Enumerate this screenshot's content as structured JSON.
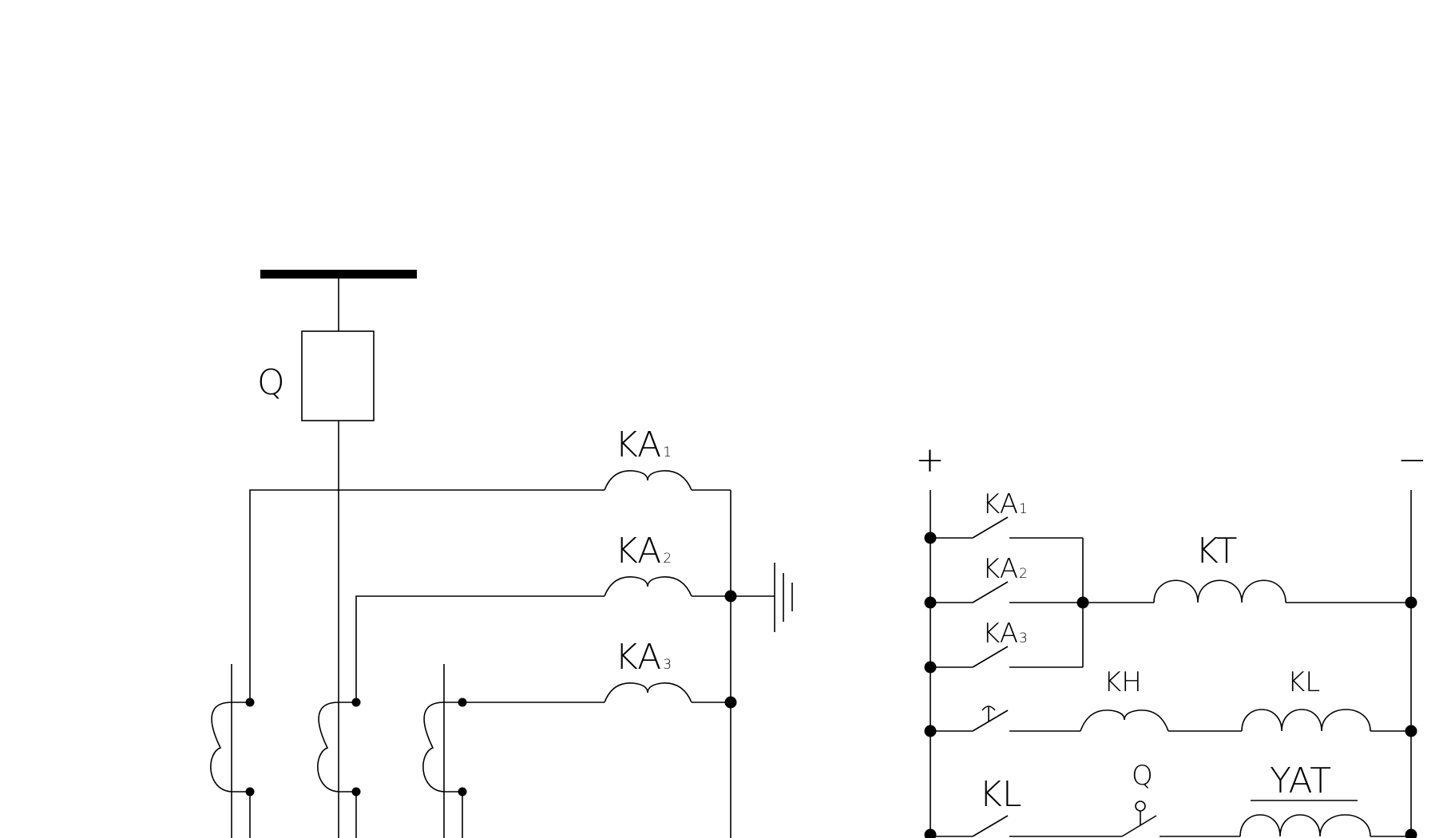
{
  "primary_circuit": {
    "breaker_label": "Q",
    "relay_coils": [
      {
        "name": "KA",
        "index": "1"
      },
      {
        "name": "KA",
        "index": "2"
      },
      {
        "name": "KA",
        "index": "3"
      }
    ]
  },
  "control_circuit": {
    "plus_label": "+",
    "minus_label": "−",
    "contacts": [
      {
        "name": "KA",
        "index": "1"
      },
      {
        "name": "KA",
        "index": "2"
      },
      {
        "name": "KA",
        "index": "3"
      }
    ],
    "timer_coil": "KT",
    "signal_relay": "KH",
    "lockout_relay": "KL",
    "lockout_contact": "KL",
    "breaker_aux": "Q",
    "trip_coil": "YAT"
  },
  "colors": {
    "line": "#000000",
    "background": "#ffffff"
  }
}
